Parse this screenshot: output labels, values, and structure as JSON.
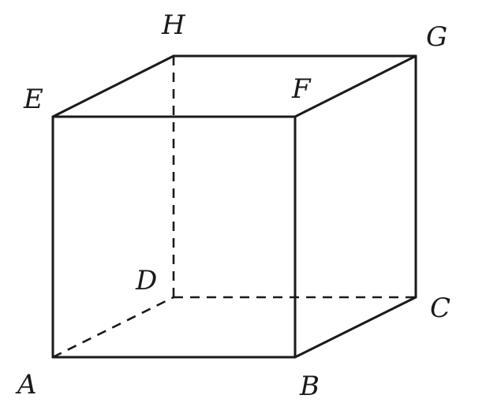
{
  "diagram": {
    "type": "cube",
    "colors": {
      "line": "#1a1a1a",
      "label": "#1a1a1a",
      "background": "#ffffff"
    },
    "vertices": {
      "A": "A",
      "B": "B",
      "C": "C",
      "D": "D",
      "E": "E",
      "F": "F",
      "G": "G",
      "H": "H"
    },
    "edges": [
      {
        "from": "A",
        "to": "B",
        "hidden": false
      },
      {
        "from": "B",
        "to": "C",
        "hidden": false
      },
      {
        "from": "C",
        "to": "G",
        "hidden": false
      },
      {
        "from": "B",
        "to": "F",
        "hidden": false
      },
      {
        "from": "A",
        "to": "E",
        "hidden": false
      },
      {
        "from": "E",
        "to": "F",
        "hidden": false
      },
      {
        "from": "F",
        "to": "G",
        "hidden": false
      },
      {
        "from": "E",
        "to": "H",
        "hidden": false
      },
      {
        "from": "H",
        "to": "G",
        "hidden": false
      },
      {
        "from": "A",
        "to": "D",
        "hidden": true
      },
      {
        "from": "D",
        "to": "C",
        "hidden": true
      },
      {
        "from": "D",
        "to": "H",
        "hidden": true
      }
    ]
  }
}
